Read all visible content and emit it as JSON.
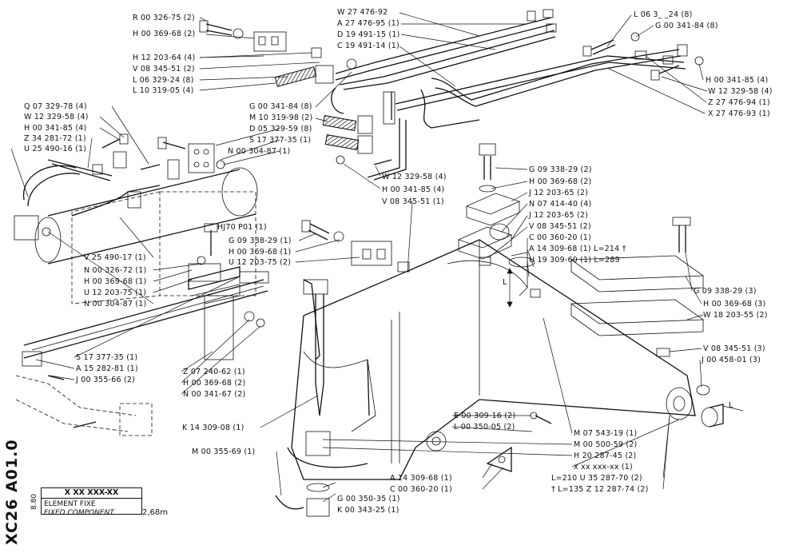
{
  "sheet": {
    "code": "XC26 A01.0",
    "date": "8.80",
    "ref_box": "X XX XXX-XX",
    "title": "ELEMENT FIXE",
    "subtitle": "FIXED COMPONENT",
    "size": "2,68m"
  },
  "callouts": {
    "c01": "R 00 326-75 (2)",
    "c02": "H 00 369-68 (2)",
    "c03": "H 12 203-64 (4)",
    "c04": "V 08 345-51 (2)",
    "c05": "L 06 329-24 (8)",
    "c06": "L 10 319-05 (4)",
    "c07": "W 27 476-92",
    "c08": "A 27 476-95 (1)",
    "c09": "D 19 491-15 (1)",
    "c10": "C 19 491-14 (1)",
    "c11": "L 06 3_ _24 (8)",
    "c12": "G 00 341-84 (8)",
    "c13": "H 00 341-85 (4)",
    "c14": "W 12 329-58 (4)",
    "c15": "Z 27 476-94 (1)",
    "c16": "X 27 476-93 (1)",
    "c17": "G 00 341-84 (8)",
    "c18": "M 10 319-98 (2)",
    "c19": "D 05 329-59 (8)",
    "c20": "S 17 377-35 (1)",
    "c21": "N 00 304-87 (1)",
    "c22": "Q 07 329-78 (4)",
    "c23": "W 12 329-58 (4)",
    "c24": "H 00 341-85 (4)",
    "c25": "Z 34 281-72 (1)",
    "c26": "U 25 490-16 (1)",
    "c27": "W 12 329-58 (4)",
    "c28": "H 00 341-85 (4)",
    "c29": "V 08 345-51 (1)",
    "c30": "HJ70 P01 (1)",
    "c31": "G 09 338-29 (1)",
    "c32": "H 00 369-68 (1)",
    "c33": "U 12 203-75 (2)",
    "c34": "V 25 490-17 (1)",
    "c35": "N 00 326-72 (1)",
    "c36": "H 00 369-68 (1)",
    "c37": "U 12 203-75 (1)",
    "c38": "N 00 304-87 (1)",
    "c39": "G 09 338-29 (2)",
    "c40": "H 00 369-68 (2)",
    "c41": "J 12 203-65 (2)",
    "c42": "N 07 414-40 (4)",
    "c43": "J 12 203-65 (2)",
    "c44": "V 08 345-51 (2)",
    "c45": "C 00 360-20 (1)",
    "c46": "A 14 309-68 (1) L=214 †",
    "c47": "U 19 309-60 (1) L=289",
    "c48": "G 09 338-29 (3)",
    "c49": "H 00 369-68 (3)",
    "c50": "W 18 203-55 (2)",
    "c51": "V 08 345-51 (3)",
    "c52": "J 00 458-01 (3)",
    "c53": "S 17 377-35 (1)",
    "c54": "A 15 282-81 (1)",
    "c55": "J 00 355-66 (2)",
    "c56": "Z 07 240-62 (1)",
    "c57": "H 00 369-68 (2)",
    "c58": "N 00 341-67 (2)",
    "c59": "K 14 309-08 (1)",
    "c60": "M 00 355-69 (1)",
    "c61": "E 00 309-16 (2)",
    "c62": "L 00 350-05 (2)",
    "c63": "M 07 543-19 (1)",
    "c64": "M 00 500-59 (2)",
    "c65": "H 20 287-45 (2)",
    "c66": "x xx xxx-xx (1)",
    "c67": "L=210  U 35 287-70 (2)",
    "c68": "† L=135  Z 12 287-74 (2)",
    "c69": "A 14 309-68 (1)",
    "c70": "C 00 360-20 (1)",
    "c71": "G 00 350-35 (1)",
    "c72": "K 00 343-25 (1)"
  },
  "dims": {
    "L": "L"
  }
}
